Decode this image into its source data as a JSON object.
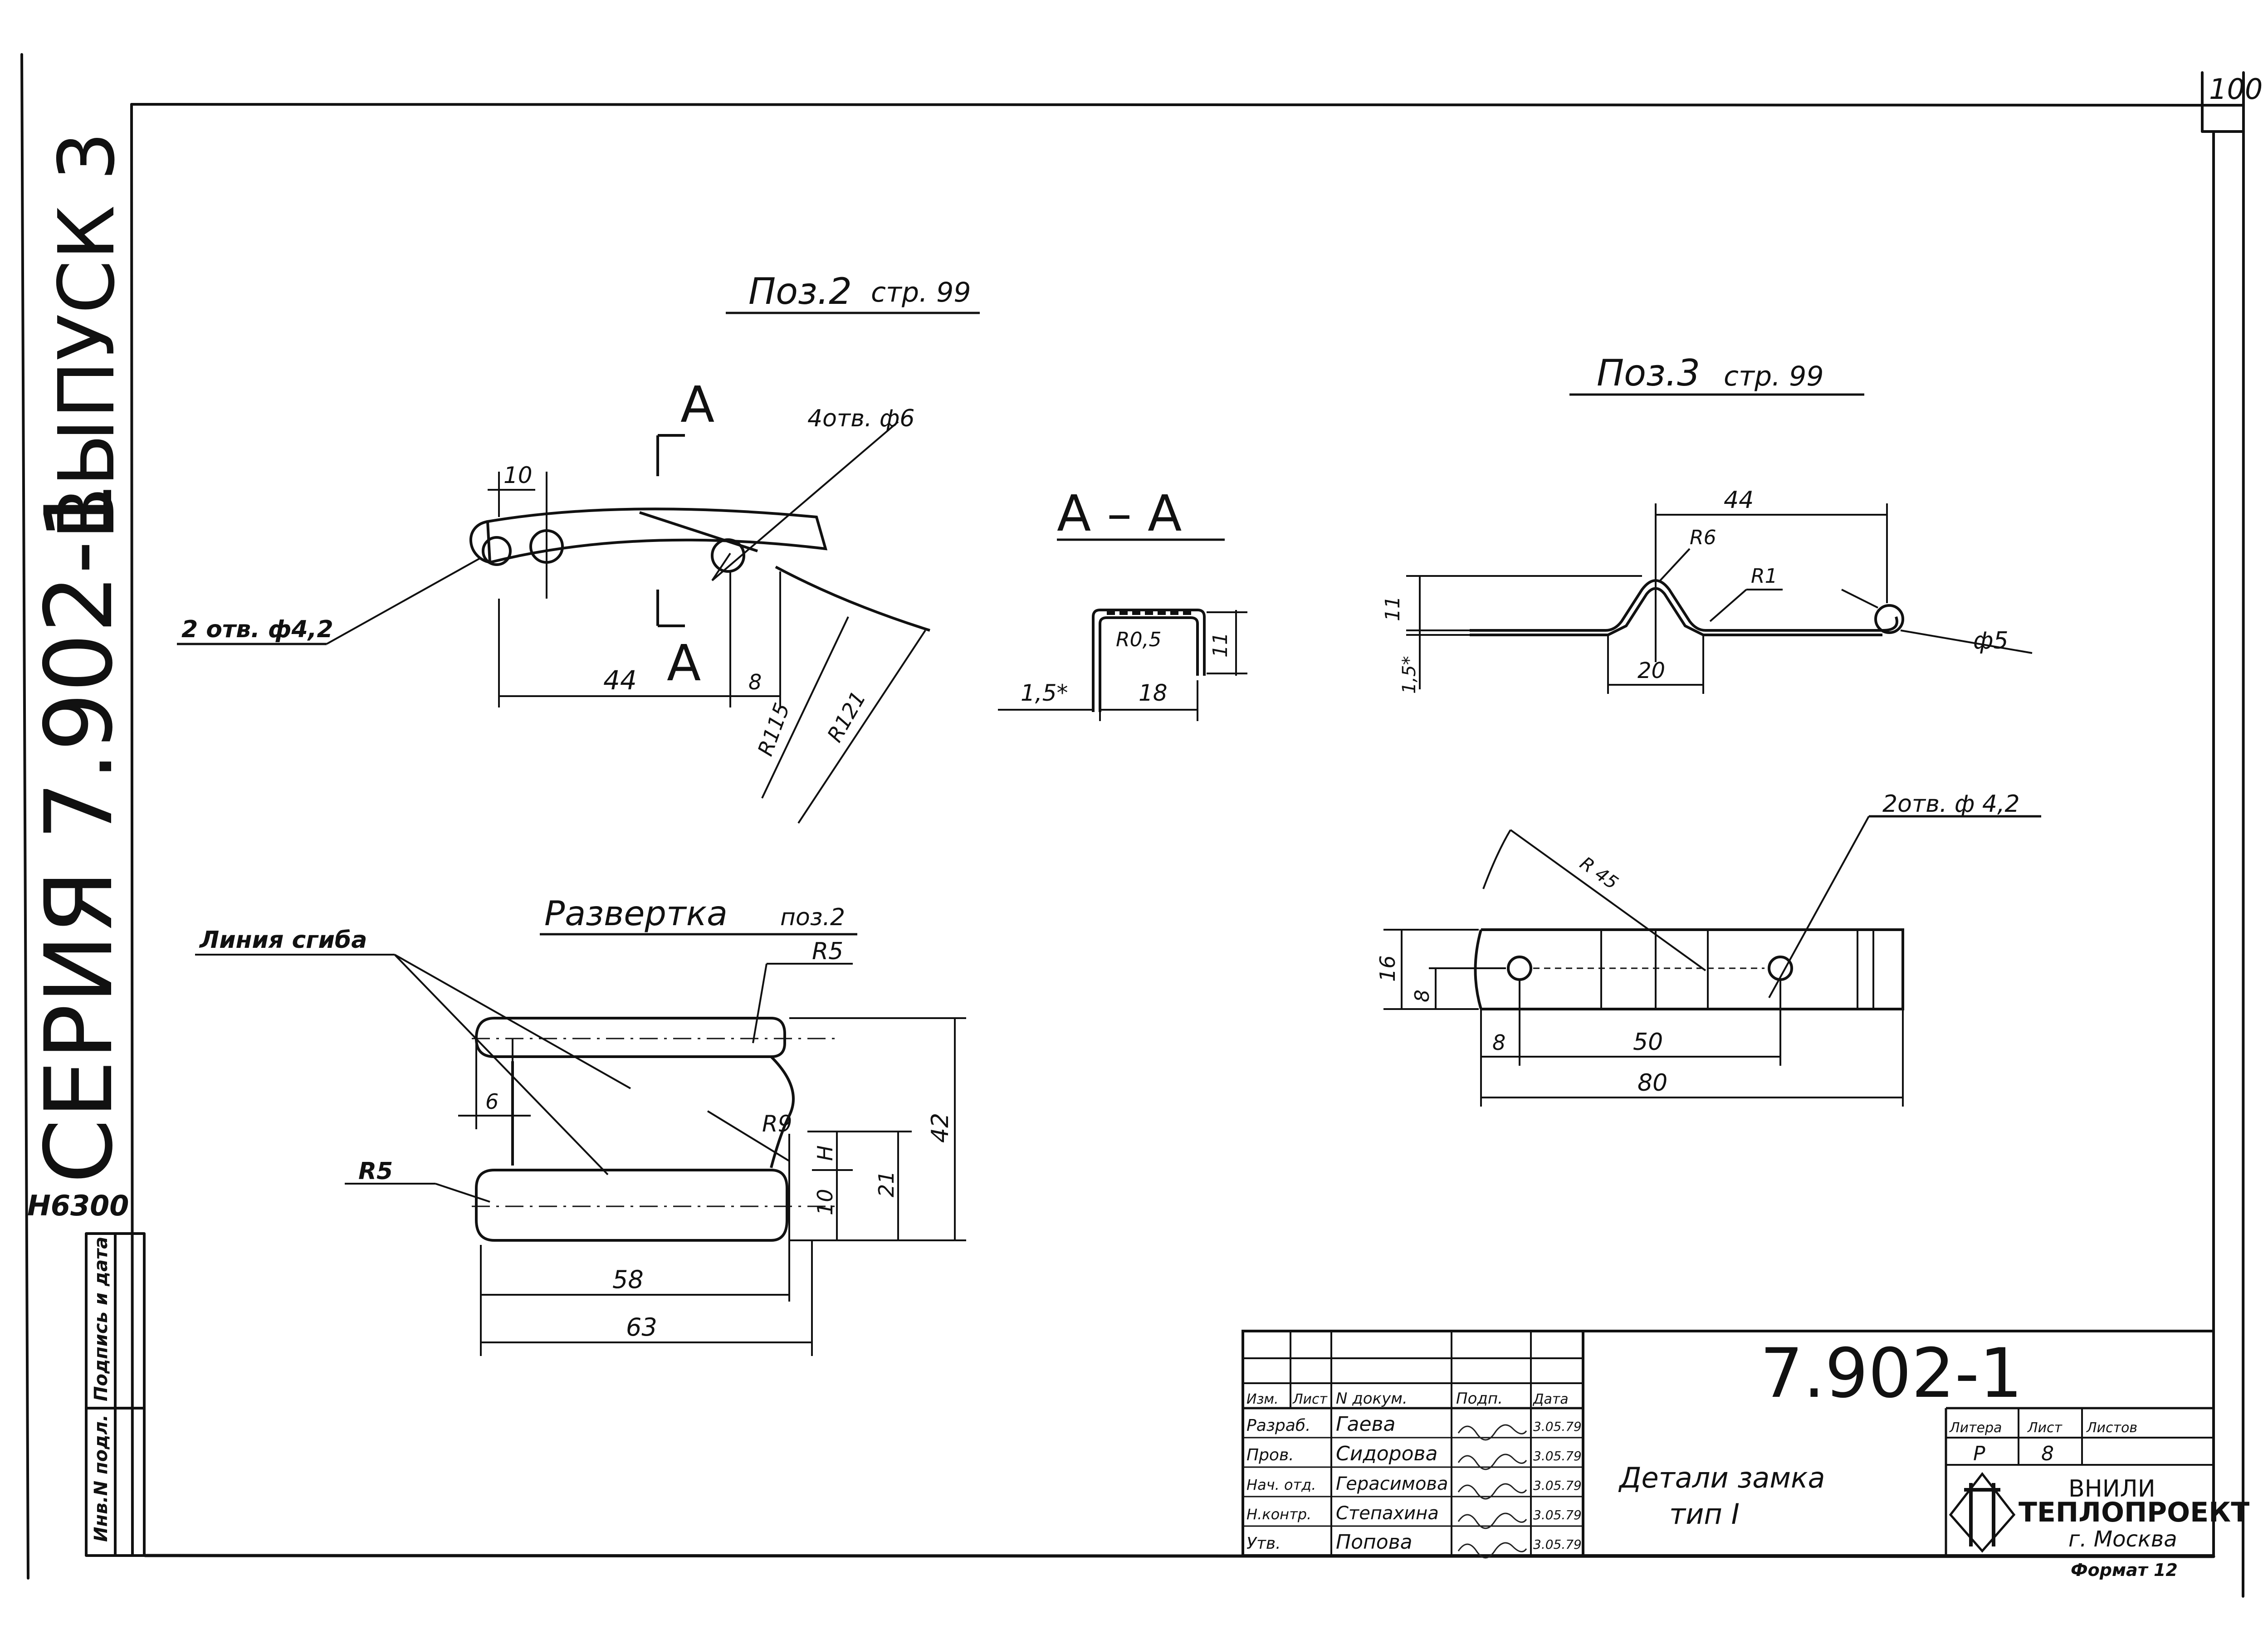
{
  "sheet": {
    "page_number": "100",
    "format": "Формат 12",
    "side_code": "Н6300"
  },
  "side_title": {
    "series": "СЕРИЯ 7.902-1",
    "issue": "ВЫПУСК 3"
  },
  "side_stamp": [
    "Инв.N подл.",
    "Подпись и дата"
  ],
  "views": {
    "pos2": {
      "title": "Поз.2",
      "ref": "стр. 99",
      "holes_4": "4отв. ф6",
      "holes_2": "2 отв. ф4,2",
      "section_letter_top": "A",
      "section_letter_bottom": "A",
      "dim_10": "10",
      "dim_44": "44",
      "dim_8": "8",
      "r_115": "R115",
      "r_121": "R121"
    },
    "section_aa": {
      "title": "А – А",
      "r": "R0,5",
      "dim_11": "11",
      "dim_15": "1,5*",
      "dim_18": "18"
    },
    "pos3": {
      "title": "Поз.3",
      "ref": "стр. 99",
      "dim_44": "44",
      "r6": "R6",
      "r1": "R1",
      "dim_11": "11",
      "dim_15": "1,5*",
      "dim_20": "20",
      "d5": "ф5"
    },
    "pos3_plan": {
      "holes": "2отв. ф 4,2",
      "r45": "R 45",
      "dim_16": "16",
      "dim_8v": "8",
      "dim_8": "8",
      "dim_50": "50",
      "dim_80": "80"
    },
    "razvertka": {
      "title": "Развертка",
      "pos": "поз.2",
      "bend_line": "Линия сгиба",
      "r5_top": "R5",
      "r5_left": "R5",
      "r9": "R9",
      "dim_6": "6",
      "dim_42": "42",
      "dim_H": "Н",
      "dim_10": "10",
      "dim_21": "21",
      "dim_58": "58",
      "dim_63": "63"
    }
  },
  "title_block": {
    "designation": "7.902-1",
    "name_line1": "Детали замка",
    "name_line2": "тип I",
    "headers": [
      "Изм.",
      "Лист",
      "N докум.",
      "Подп.",
      "Дата"
    ],
    "rows": [
      {
        "role": "Разраб.",
        "name": "Гаева",
        "date": "3.05.79"
      },
      {
        "role": "Пров.",
        "name": "Сидорова",
        "date": "3.05.79"
      },
      {
        "role": "Нач. отд.",
        "name": "Герасимова",
        "date": "3.05.79"
      },
      {
        "role": "Н.контр.",
        "name": "Степахина",
        "date": "3.05.79"
      },
      {
        "role": "Утв.",
        "name": "Попова",
        "date": "3.05.79"
      }
    ],
    "litera_h": "Литера",
    "list_h": "Лист",
    "listov_h": "Листов",
    "litera_v": "Р",
    "list_v": "8",
    "org1": "ВНИЛИ",
    "org2": "ТЕПЛОПРОЕКТ",
    "org3": "г. Москва"
  }
}
